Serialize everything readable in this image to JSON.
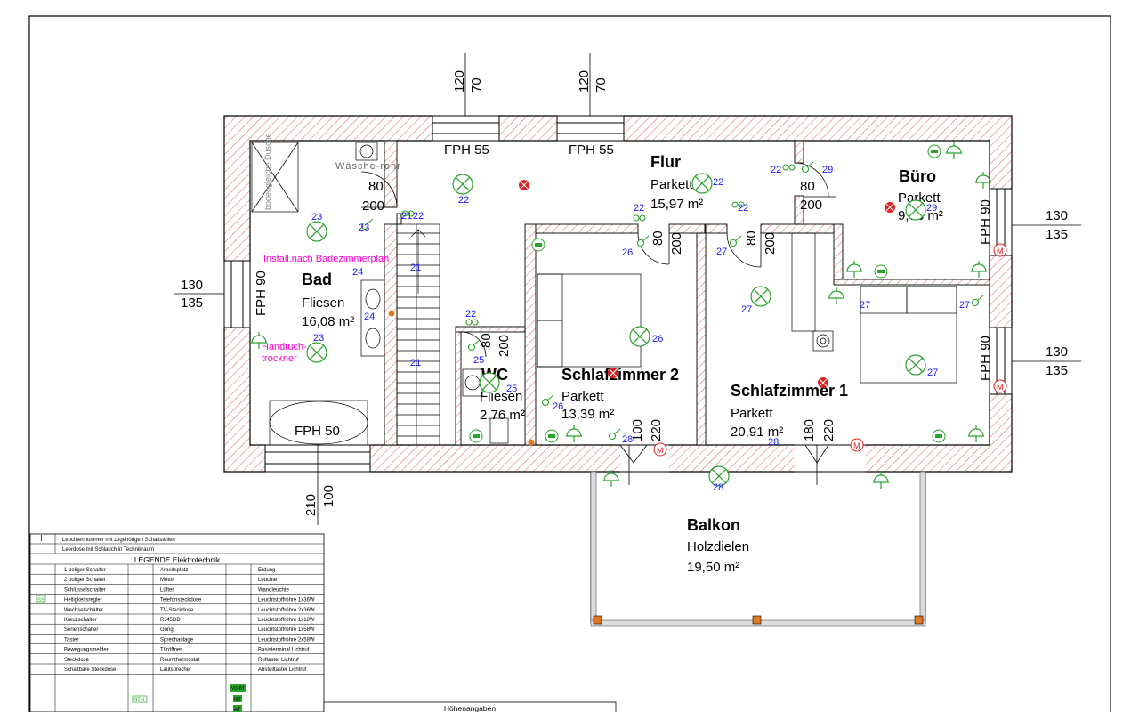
{
  "colors": {
    "wall_hatch": "#e06060",
    "fixture_green": "#2aa32a",
    "number_blue": "#1a1aff",
    "annotation_magenta": "#ff00cc",
    "motor_red": "#e02020",
    "balcony_post": "#e07820"
  },
  "rooms": {
    "bad": {
      "name": "Bad",
      "floor": "Fliesen",
      "area": "16,08 m²"
    },
    "flur": {
      "name": "Flur",
      "floor": "Parkett",
      "area": "15,97 m²"
    },
    "buero": {
      "name": "Büro",
      "floor": "Parkett",
      "area": "9,93 m²"
    },
    "schlafzimmer2": {
      "name": "Schlafzimmer 2",
      "floor": "Parkett",
      "area": "13,39 m²"
    },
    "schlafzimmer1": {
      "name": "Schlafzimmer 1",
      "floor": "Parkett",
      "area": "20,91 m²"
    },
    "wc": {
      "name": "WC",
      "floor": "Fliesen",
      "area": "2,76 m²"
    },
    "balkon": {
      "name": "Balkon",
      "floor": "Holzdielen",
      "area": "19,50 m²"
    }
  },
  "windows": {
    "w1": "FPH 55",
    "w2": "FPH 55",
    "w_bad": "FPH 90",
    "w_buero": "FPH 90",
    "w_sz1": "FPH 90",
    "tub": "FPH 50"
  },
  "dimensions": {
    "top1_a": "120",
    "top1_b": "70",
    "top2_a": "120",
    "top2_b": "70",
    "left_a": "130",
    "left_b": "135",
    "right1_a": "130",
    "right1_b": "135",
    "right2_a": "130",
    "right2_b": "135",
    "bottom_a": "210",
    "bottom_b": "100",
    "door_bad_a": "80",
    "door_bad_b": "200",
    "door_buero_a": "80",
    "door_buero_b": "200",
    "door_sz2_a": "80",
    "door_sz2_b": "200",
    "door_sz1_a": "80",
    "door_sz1_b": "200",
    "door_wc_a": "80",
    "door_wc_b": "200",
    "door_balk1_a": "100",
    "door_balk1_b": "220",
    "door_balk2_a": "180",
    "door_balk2_b": "220"
  },
  "annotations": {
    "waesche": "Wäsche-rohr",
    "dusche": "bodengleiche Dusche",
    "install": "Install.nach Badezimmerplan",
    "handtuch1": "Handtuch-",
    "handtuch2": "trockner",
    "motor": "M"
  },
  "circuit_numbers": [
    "21",
    "22",
    "23",
    "24",
    "25",
    "26",
    "27",
    "28",
    "29"
  ],
  "legend": {
    "top_rows": [
      "Leuchtennummer mit zugehörigen Schaltstellen",
      "Leerdose mit Schlauch in Technikraum"
    ],
    "title": "LEGENDE Elektrotechnik",
    "rows": [
      [
        "1 poliger Schalter",
        "Arbeitsplatz",
        "Erdung"
      ],
      [
        "2 poliger Schalter",
        "Motor",
        "Leuchte"
      ],
      [
        "Schlüsselschalter",
        "Lüfter",
        "Wandleuchte"
      ],
      [
        "Helligkeitsregler",
        "Telefonsteckdose",
        "Leuchtstoffröhre 1x36W"
      ],
      [
        "Wechselschalter",
        "TV-Steckdose",
        "Leuchtstoffröhre 2x36W"
      ],
      [
        "Kreuzschalter",
        "RJ45DD",
        "Leuchtstoffröhre 1x18W"
      ],
      [
        "Serienschalter",
        "Gong",
        "Leuchtstoffröhre 1x58W"
      ],
      [
        "Taster",
        "Sprechanlage",
        "Leuchtstoffröhre 2x58W"
      ],
      [
        "Bewegungsmelder",
        "Türöffner",
        "Basisterminal Lichtruf"
      ],
      [
        "Steckdose",
        "Raumthermostat",
        "Ruftaster Lichtruf"
      ],
      [
        "Schaltbare Steckdose",
        "Lautsprecher",
        "Abstelltaster Lichtruf"
      ]
    ],
    "sym_labels": {
      "ss": "SS",
      "rth": "RTH",
      "vdbt": "VD-BT",
      "rt": "RT",
      "at": "AT"
    }
  },
  "hoehen": {
    "title": "Höhenangaben"
  }
}
